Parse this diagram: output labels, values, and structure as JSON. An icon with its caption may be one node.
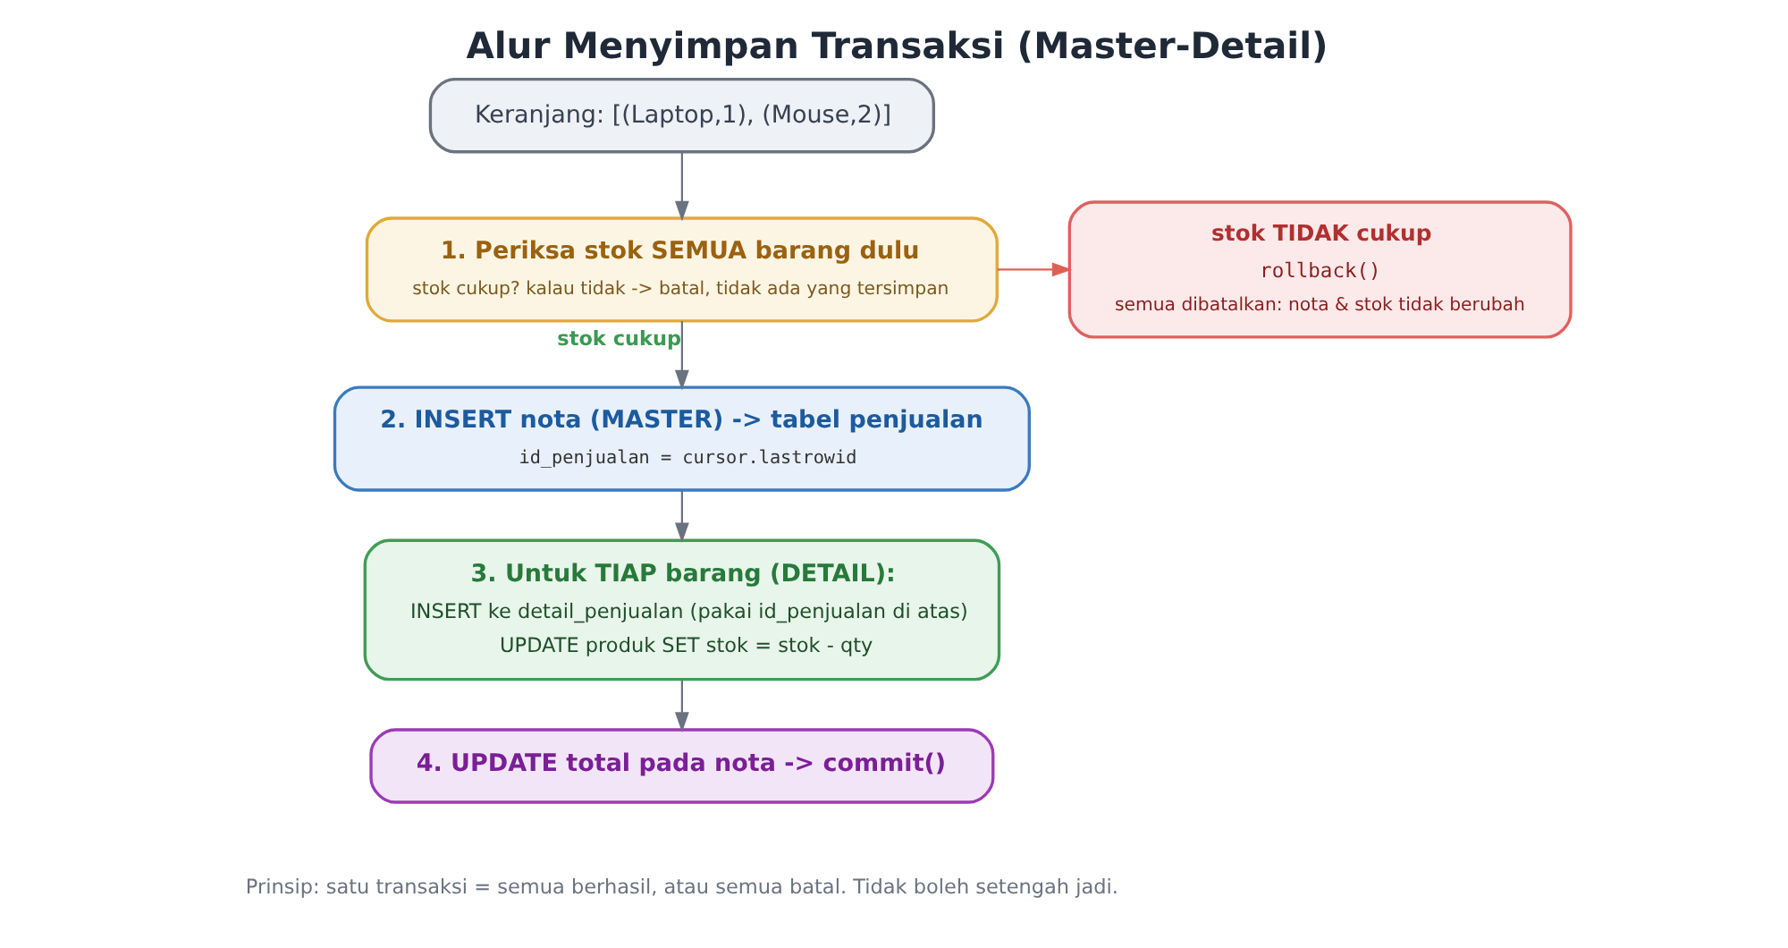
{
  "diagram": {
    "title": "Alur Menyimpan Transaksi (Master-Detail)",
    "caption": "Prinsip: satu transaksi = semua berhasil, atau semua batal. Tidak boleh setengah jadi.",
    "nodes": [
      {
        "text": [
          "Keranjang: [(Laptop,1), (Mouse,2)]"
        ]
      },
      {
        "text": [
          "1. Periksa stok SEMUA barang dulu",
          "stok cukup? kalau tidak -> batal, tidak ada yang tersimpan"
        ]
      },
      {
        "text": [
          "stok TIDAK cukup",
          "rollback()",
          "semua dibatalkan: nota & stok tidak berubah"
        ]
      },
      {
        "text": [
          "2. INSERT nota (MASTER) -> tabel penjualan",
          "id_penjualan = cursor.lastrowid"
        ]
      },
      {
        "text": [
          "3. Untuk TIAP barang (DETAIL):",
          "INSERT ke detail_penjualan (pakai id_penjualan di atas)",
          "UPDATE produk SET stok = stok - qty"
        ]
      },
      {
        "text": [
          "4. UPDATE total pada nota -> commit()"
        ]
      }
    ],
    "edges": [
      {
        "from": 0,
        "to": 1,
        "arrow": "to"
      },
      {
        "from": 1,
        "to": 2,
        "arrow": "to",
        "color": "#e06055"
      },
      {
        "from": 1,
        "to": 3,
        "arrow": "to",
        "label": "stok cukup"
      },
      {
        "from": 3,
        "to": 4,
        "arrow": "to"
      },
      {
        "from": 4,
        "to": 5,
        "arrow": "to"
      }
    ]
  }
}
